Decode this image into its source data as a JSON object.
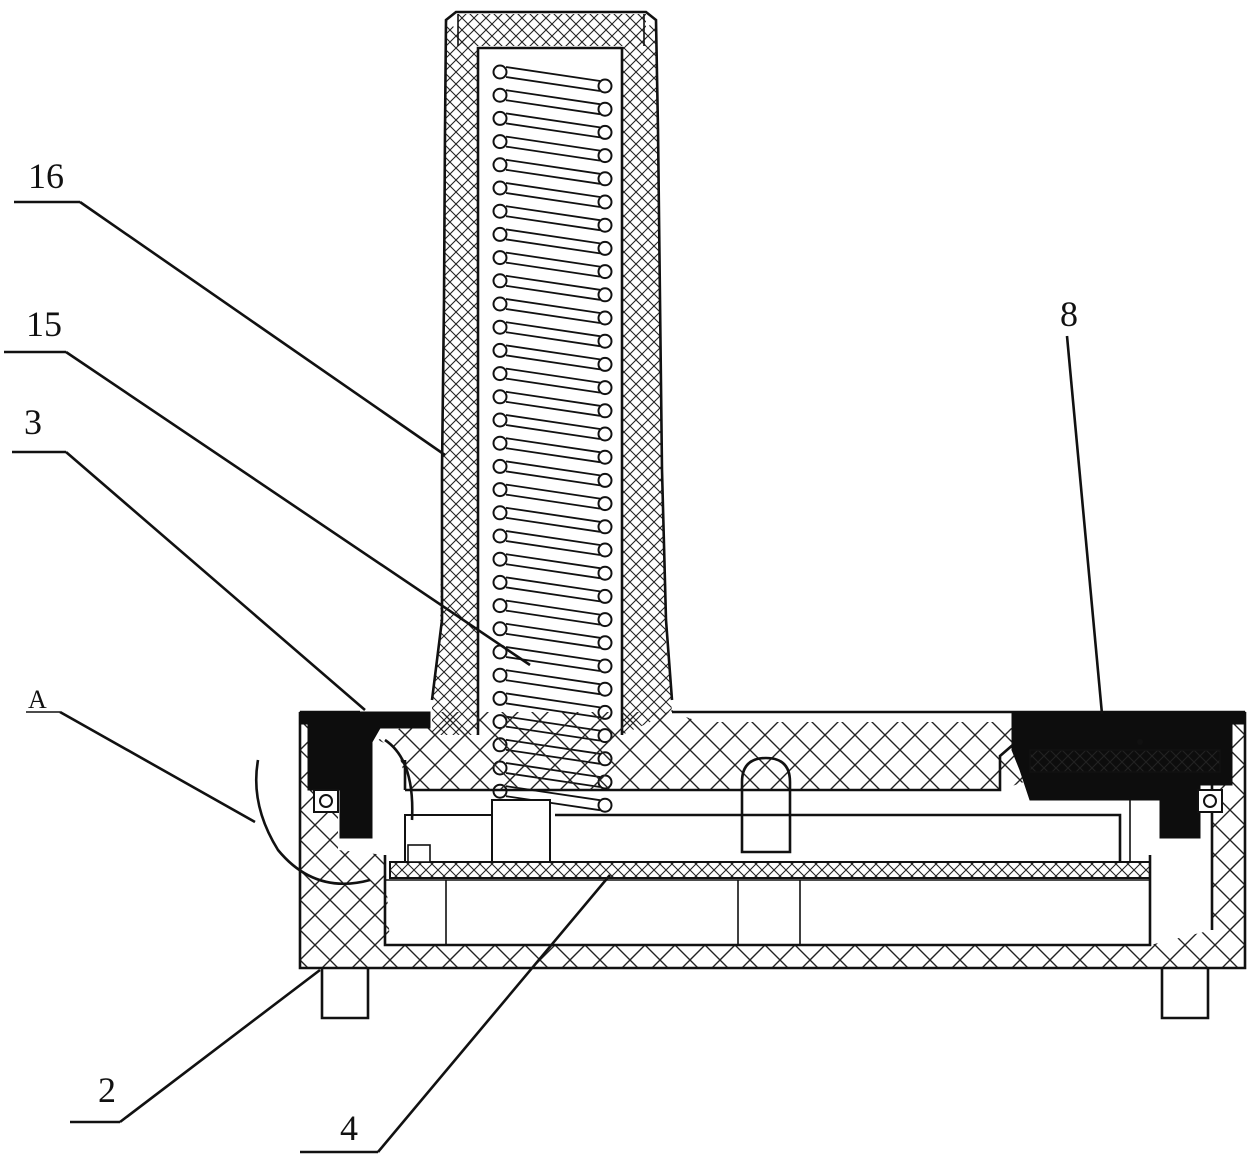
{
  "labels": {
    "l16": "16",
    "l15": "15",
    "l3": "3",
    "lA": "A",
    "l8": "8",
    "l2": "2",
    "l4": "4"
  }
}
